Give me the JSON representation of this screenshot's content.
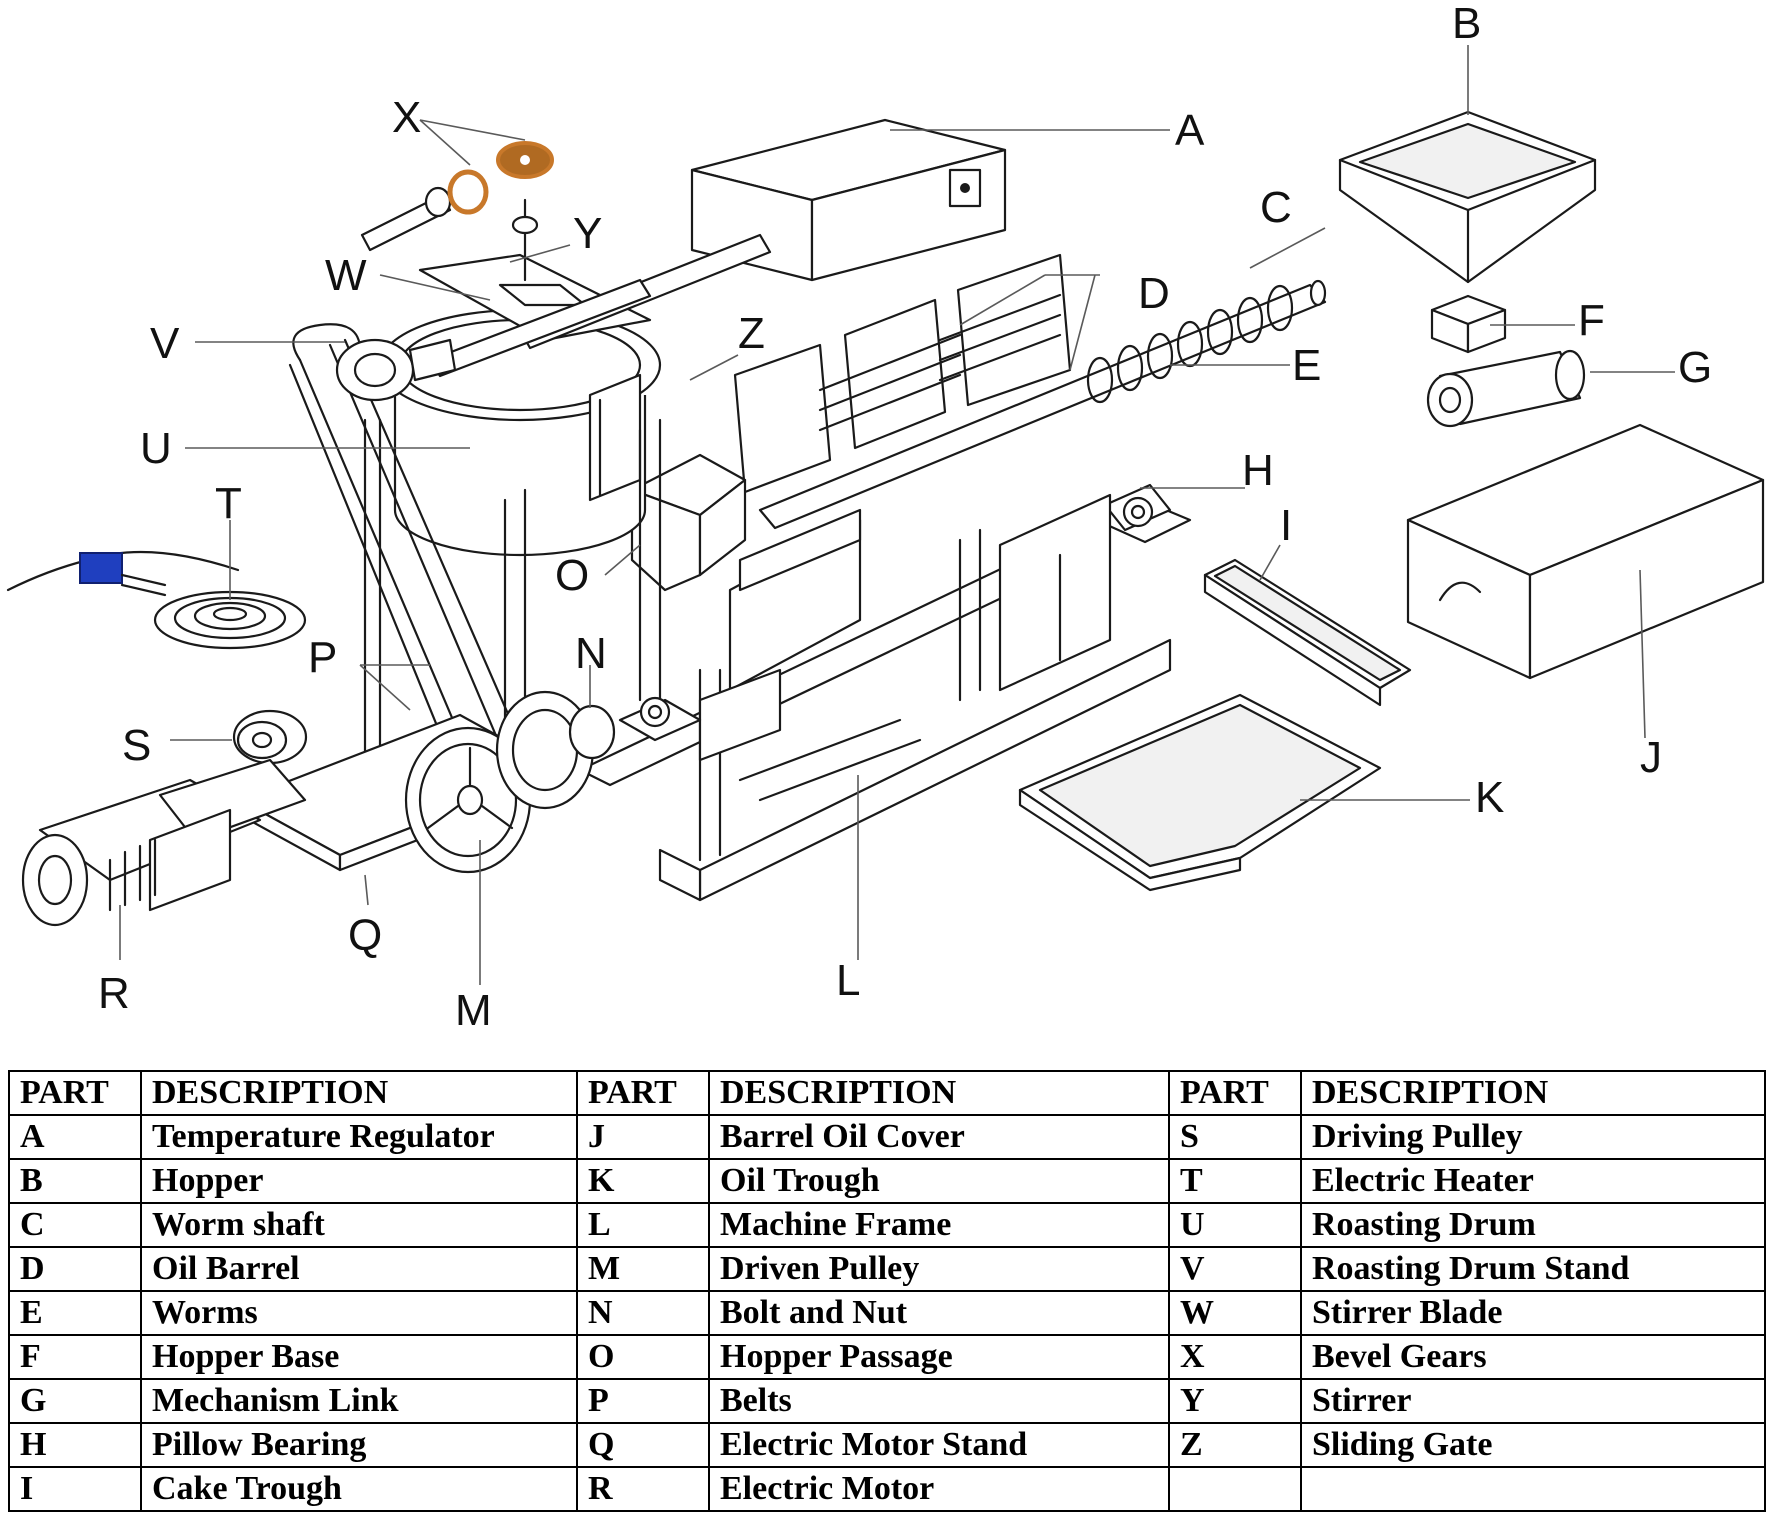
{
  "callouts": {
    "A": "A",
    "B": "B",
    "C": "C",
    "D": "D",
    "E": "E",
    "F": "F",
    "G": "G",
    "H": "H",
    "I": "I",
    "J": "J",
    "K": "K",
    "L": "L",
    "M": "M",
    "N": "N",
    "O": "O",
    "P": "P",
    "Q": "Q",
    "R": "R",
    "S": "S",
    "T": "T",
    "U": "U",
    "V": "V",
    "W": "W",
    "X": "X",
    "Y": "Y",
    "Z": "Z"
  },
  "legend": {
    "headers": [
      "PART",
      "DESCRIPTION",
      "PART",
      "DESCRIPTION",
      "PART",
      "DESCRIPTION"
    ],
    "rows": [
      [
        "A",
        "Temperature Regulator",
        "J",
        "Barrel Oil Cover",
        "S",
        "Driving Pulley"
      ],
      [
        "B",
        "Hopper",
        "K",
        "Oil Trough",
        "T",
        "Electric Heater"
      ],
      [
        "C",
        "Worm shaft",
        "L",
        "Machine Frame",
        "U",
        "Roasting Drum"
      ],
      [
        "D",
        "Oil Barrel",
        "M",
        "Driven Pulley",
        "V",
        "Roasting Drum Stand"
      ],
      [
        "E",
        "Worms",
        "N",
        "Bolt and Nut",
        "W",
        "Stirrer Blade"
      ],
      [
        "F",
        "Hopper Base",
        "O",
        "Hopper Passage",
        "X",
        "Bevel Gears"
      ],
      [
        "G",
        "Mechanism Link",
        "P",
        "Belts",
        "Y",
        "Stirrer"
      ],
      [
        "H",
        "Pillow Bearing",
        "Q",
        "Electric Motor Stand",
        "Z",
        "Sliding Gate"
      ],
      [
        "I",
        "Cake Trough",
        "R",
        "Electric Motor",
        "",
        ""
      ]
    ]
  },
  "colors": {
    "heater_plug": "#1f3fbf",
    "bevel_gear": "#c8782a",
    "line": "#1a1a1a"
  }
}
